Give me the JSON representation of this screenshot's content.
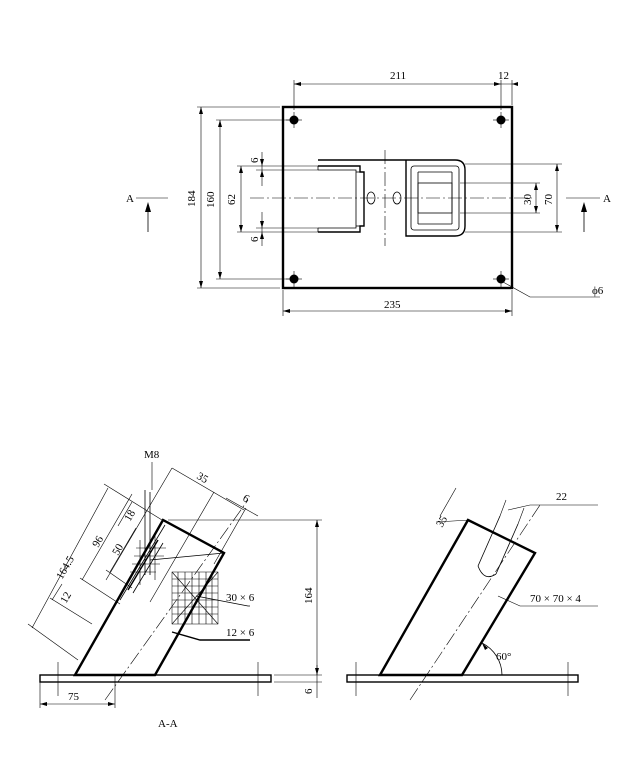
{
  "plan_view": {
    "width_top": "211",
    "edge_top": "12",
    "height_outer": "184",
    "height_holes": "160",
    "slot_height": "62",
    "small_gap_top": "6",
    "small_gap_bottom": "6",
    "inner_30": "30",
    "inner_70": "70",
    "width_bottom": "235",
    "hole_dia": "ϕ6",
    "section_mark_left": "A",
    "section_mark_right": "A"
  },
  "section_view": {
    "bolt": "M8",
    "dim_35": "35",
    "dim_6": "6",
    "dim_164_5": "164.5",
    "dim_96": "96",
    "dim_18": "18",
    "dim_50": "50",
    "dim_12": "12",
    "flat_30x6": "30 × 6",
    "flat_12x6": "12 × 6",
    "height_164": "164",
    "base_6": "6",
    "offset_75": "75",
    "caption": "A-A"
  },
  "side_view": {
    "dim_22": "22",
    "dim_35": "35",
    "angle_section": "70 × 70 × 4",
    "angle_deg": "60°"
  }
}
